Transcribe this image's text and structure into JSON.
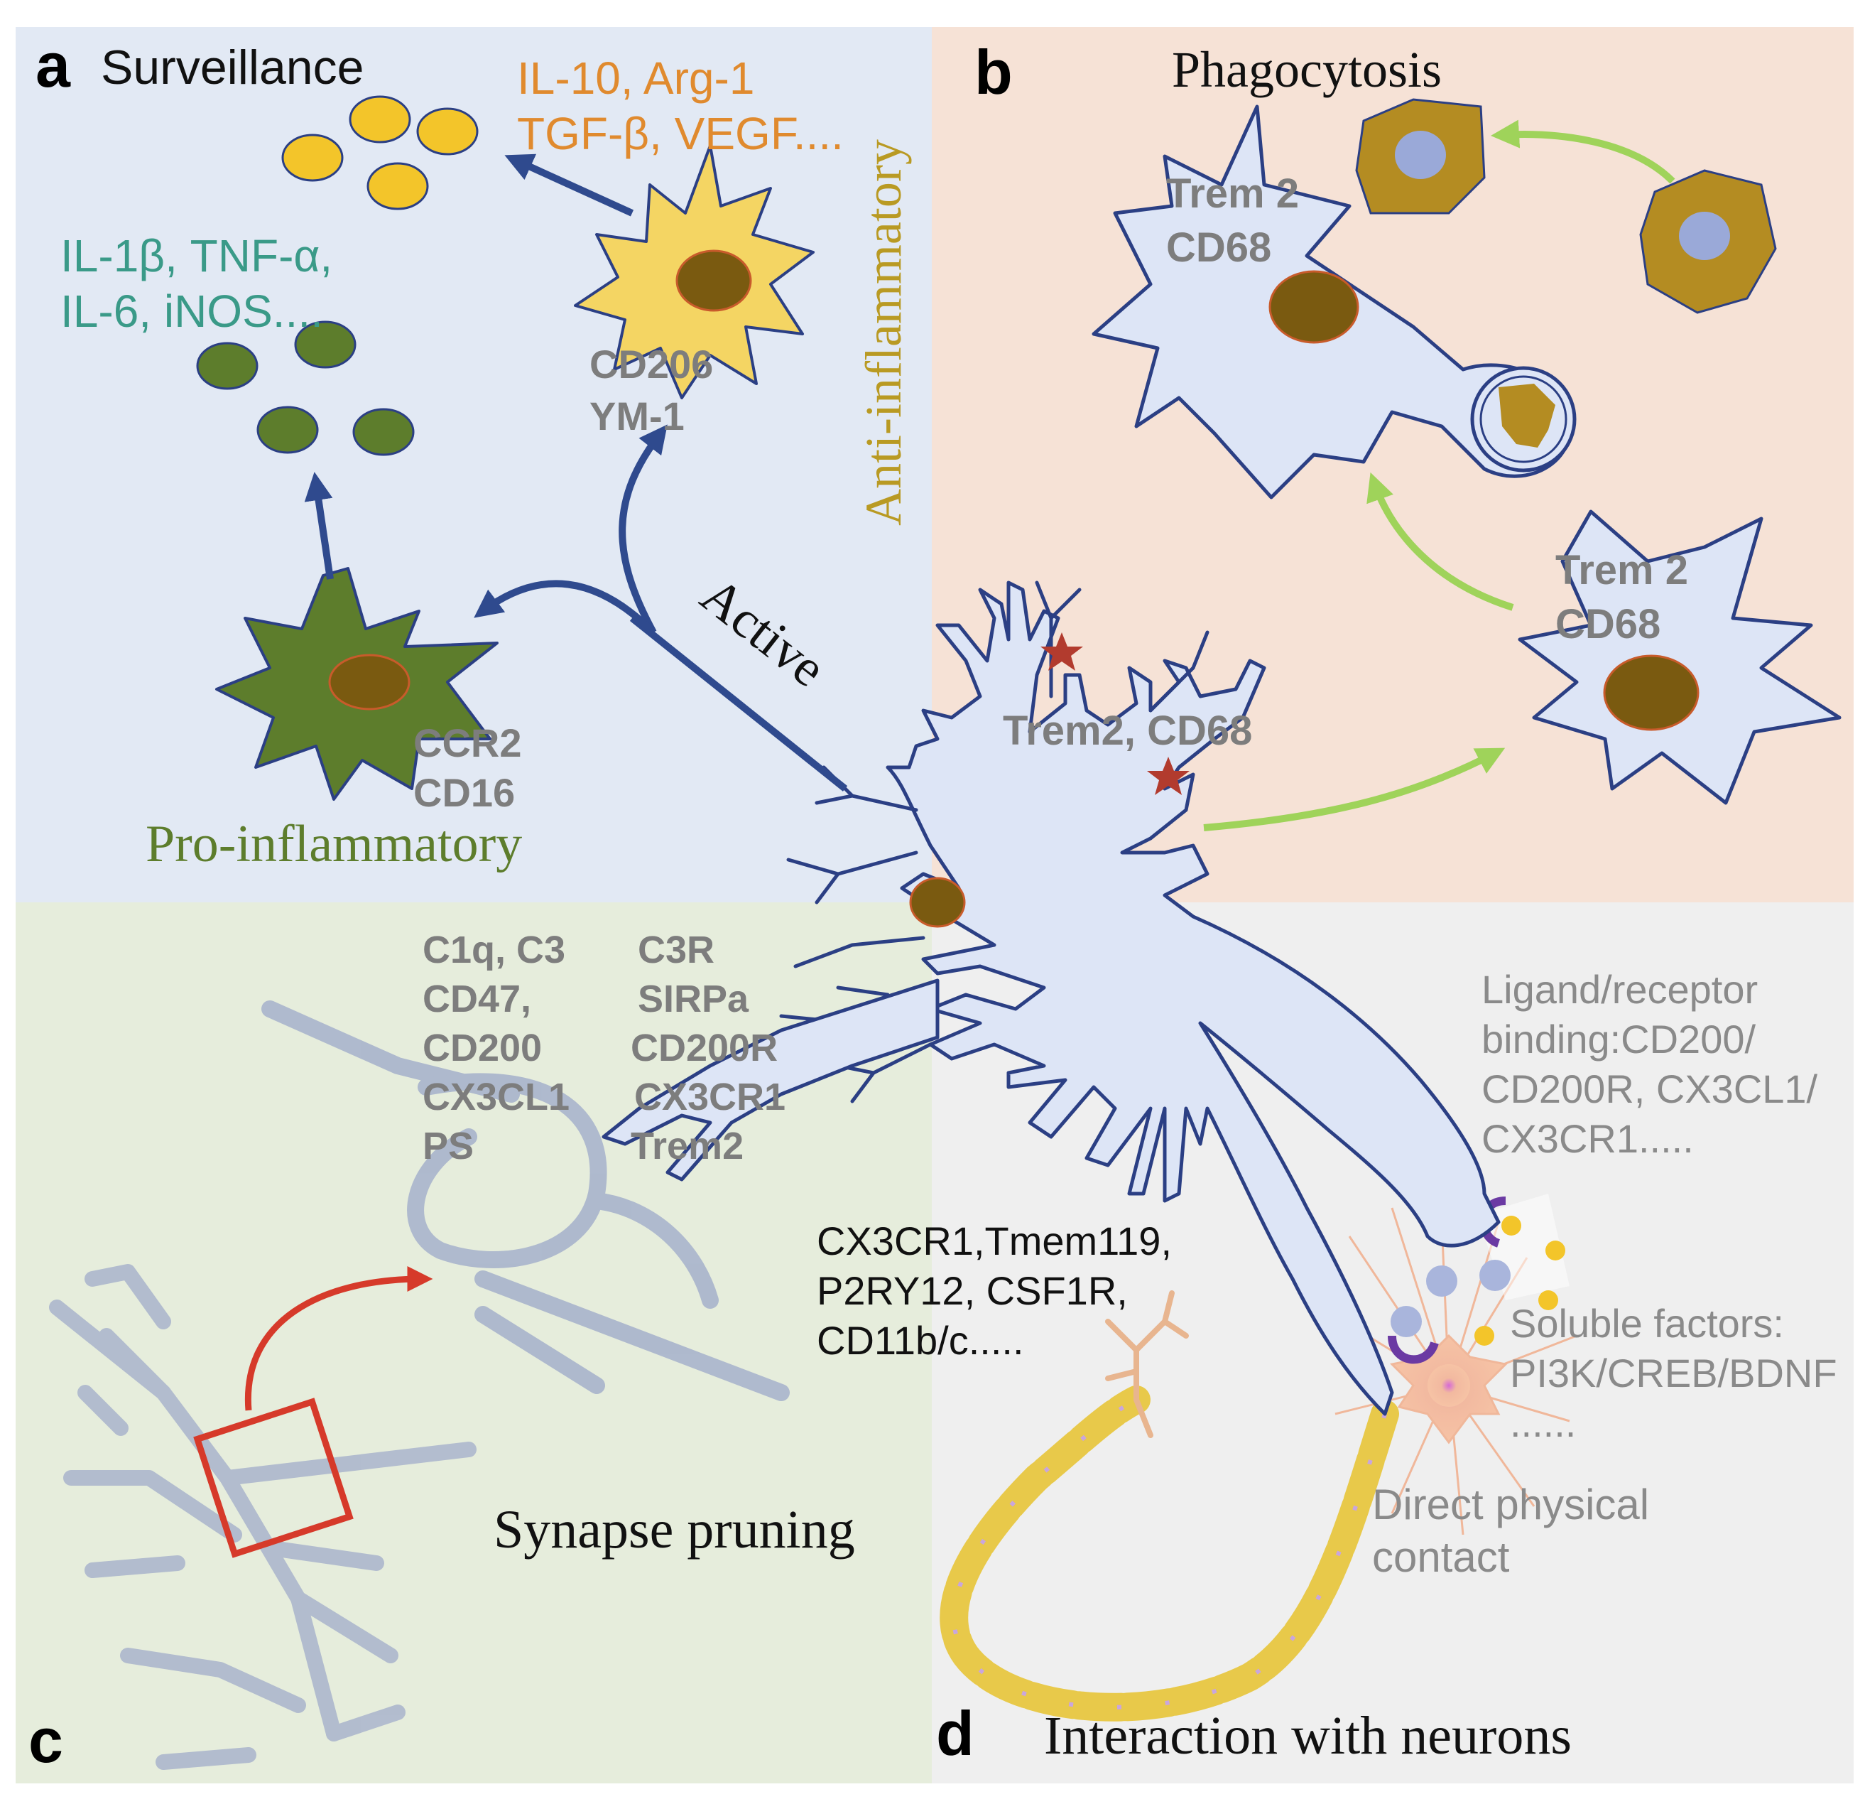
{
  "panels": {
    "a": {
      "letter": "a",
      "title": "Surveillance"
    },
    "b": {
      "letter": "b",
      "title": "Phagocytosis"
    },
    "c": {
      "letter": "c",
      "title": "Synapse pruning"
    },
    "d": {
      "letter": "d",
      "title": "Interaction with neurons"
    }
  },
  "labels": {
    "anti_factors_1": "IL-10, Arg-1",
    "anti_factors_2": "TGF-β, VEGF....",
    "anti_inflammatory": "Anti-inflammatory",
    "pro_factors_1": "IL-1β, TNF-α,",
    "pro_factors_2": "IL-6, iNOS....",
    "cd206": "CD206",
    "ym1": "YM-1",
    "ccr2": "CCR2",
    "cd16": "CD16",
    "pro_inflammatory": "Pro-inflammatory",
    "active": "Active",
    "trem2_cd68_center": "Trem2, CD68",
    "trem2_top": "Trem 2",
    "cd68_top": "CD68",
    "trem2_right": "Trem 2",
    "cd68_right": "CD68",
    "c_left": [
      "C1q, C3",
      "CD47,",
      "CD200",
      "CX3CL1",
      "PS"
    ],
    "c_right": [
      "C3R",
      "SIRPa",
      "CD200R",
      "CX3CR1",
      "Trem2"
    ],
    "markers": [
      "CX3CR1,Tmem119,",
      "P2RY12, CSF1R,",
      "CD11b/c....."
    ],
    "ligand": [
      "Ligand/receptor",
      "binding:CD200/",
      "CD200R, CX3CL1/",
      "CX3CR1....."
    ],
    "soluble": [
      "Soluble factors:",
      "PI3K/CREB/BDNF",
      "......"
    ],
    "direct": [
      "Direct physical",
      "contact"
    ]
  },
  "colors": {
    "panel_a": "#e2e9f4",
    "panel_b": "#f6e2d6",
    "panel_c": "#e6eddc",
    "panel_d": "#efefef",
    "cell_body": "#dde5f6",
    "cell_stroke": "#2b3f84",
    "nucleus": "#7a5a10",
    "green_cell": "#5d7d2c",
    "yellow_cell": "#f4d563",
    "arrow_blue": "#2f4a8e",
    "arrow_green": "#9fd35a",
    "arrow_red": "#d63a2a",
    "orange_text": "#e08a2e",
    "teal_text": "#3a9a88",
    "olive_text": "#b99a23",
    "gray_text": "#7d7d7d",
    "star": "#b23b2e",
    "engulfed_cell": "#b48c22"
  }
}
